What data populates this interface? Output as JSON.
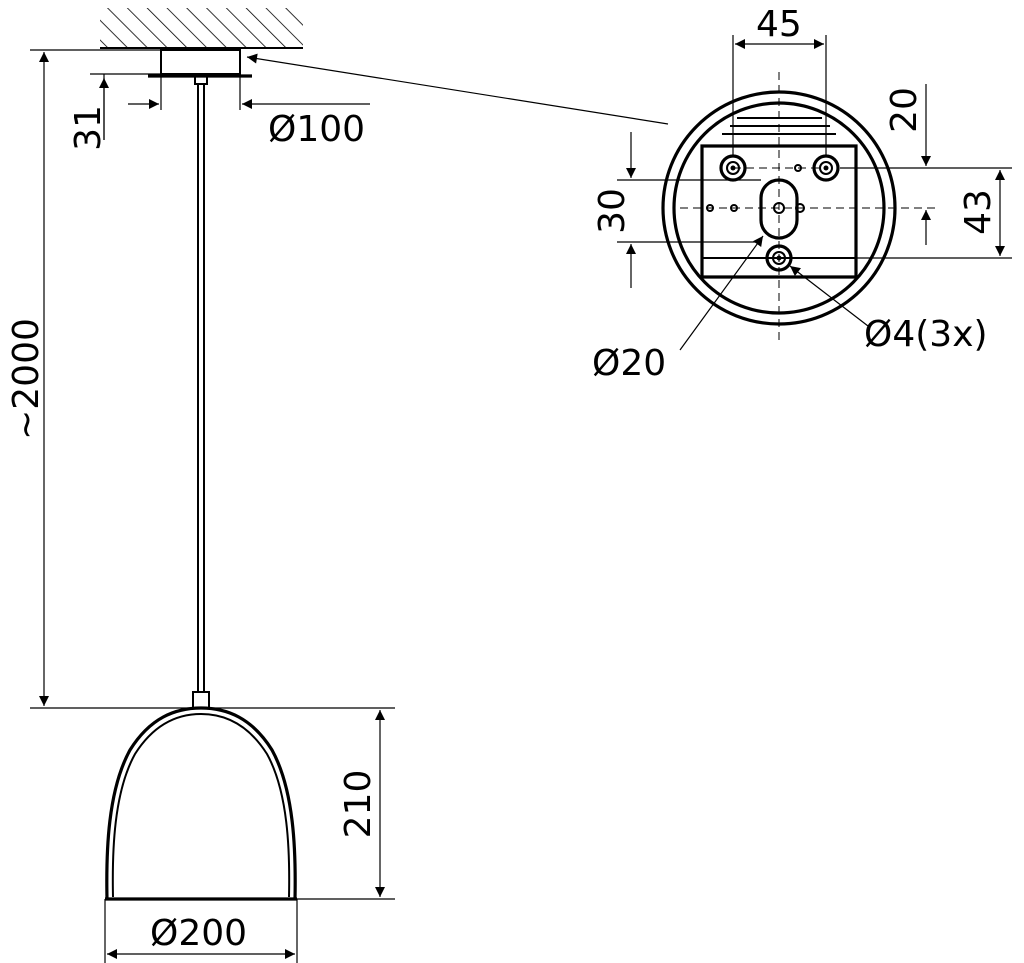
{
  "dimensions": {
    "total_length": "~2000",
    "canopy_height": "31",
    "canopy_diameter": "Ø100",
    "shade_height": "210",
    "shade_diameter": "Ø200",
    "hole_spacing": "45",
    "top_offset": "20",
    "slot_length": "30",
    "vertical_spacing": "43",
    "center_hole_diameter": "Ø20",
    "screw_holes": "Ø4(3x)"
  }
}
